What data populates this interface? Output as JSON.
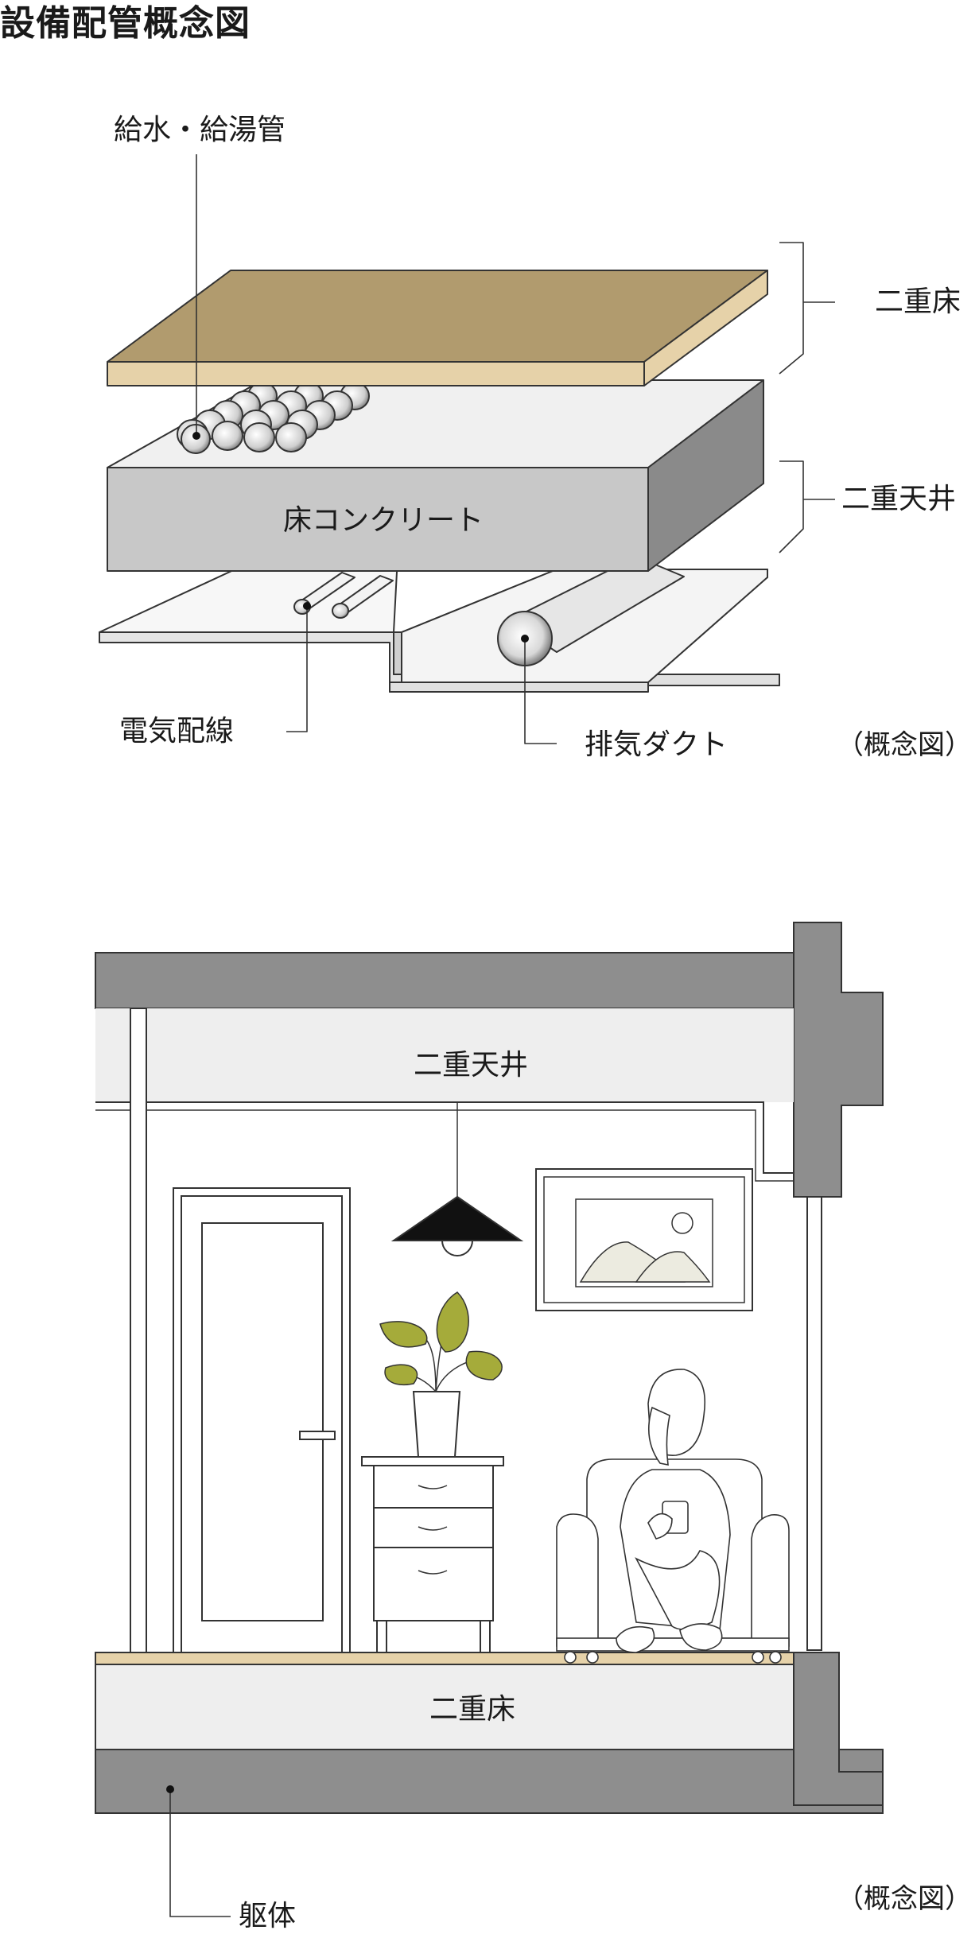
{
  "title": "設備配管概念図",
  "upper": {
    "label_water": "給水・給湯管",
    "label_double_floor": "二重床",
    "label_double_ceiling": "二重天井",
    "label_concrete": "床コンクリート",
    "label_wiring": "電気配線",
    "label_duct": "排気ダクト",
    "note": "（概念図）"
  },
  "lower": {
    "label_ceiling": "二重天井",
    "label_floor": "二重床",
    "label_structure": "躯体",
    "note": "（概念図）"
  },
  "colors": {
    "wood": "#b19b6e",
    "wood_light": "#e6d2a9",
    "concrete_front": "#c8c8c8",
    "concrete_top": "#ececec",
    "concrete_side": "#8a8a8a",
    "structure": "#8e8e8e",
    "space": "#eeeeee",
    "leaf": "#a5ab3a",
    "picture": "#ecebe0"
  }
}
